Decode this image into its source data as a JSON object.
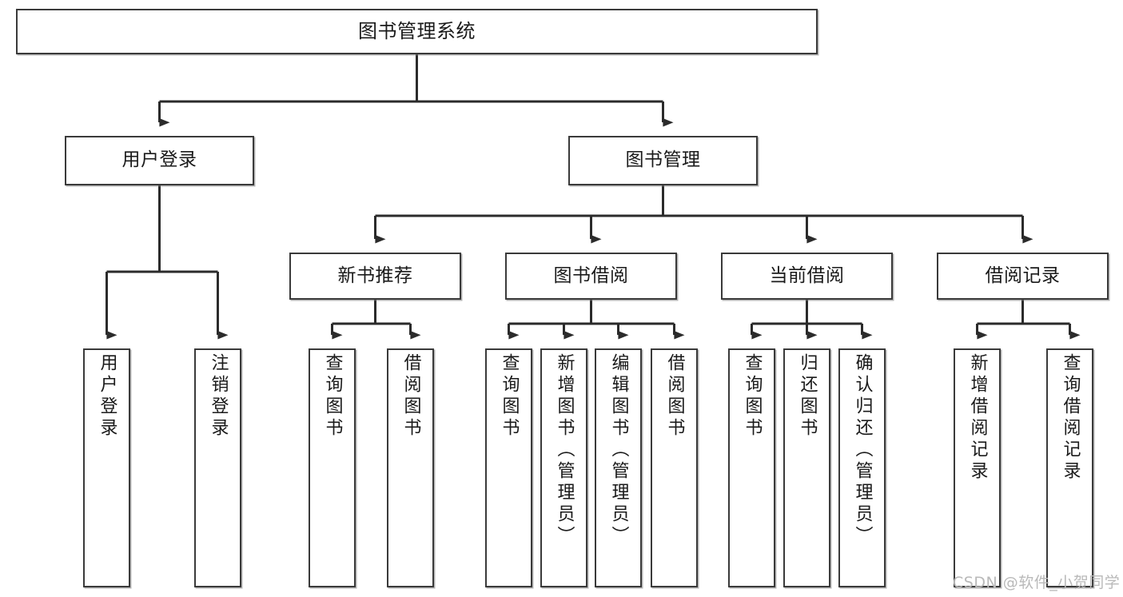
{
  "diagram": {
    "type": "tree",
    "title": "图书管理系统",
    "colors": {
      "box_border": "#3a3a3a",
      "box_fill": "#ffffff",
      "edge": "#2b2b2b",
      "text": "#1a1a1a",
      "watermark": "#b9b9b9",
      "background": "#ffffff"
    },
    "root": {
      "label": "图书管理系统"
    },
    "level2": [
      {
        "label": "用户登录"
      },
      {
        "label": "图书管理"
      }
    ],
    "level3": [
      {
        "label": "新书推荐"
      },
      {
        "label": "图书借阅"
      },
      {
        "label": "当前借阅"
      },
      {
        "label": "借阅记录"
      }
    ],
    "leaves": {
      "user_login": [
        {
          "label": "用户登录"
        },
        {
          "label": "注销登录"
        }
      ],
      "new_book": [
        {
          "label": "查询图书"
        },
        {
          "label": "借阅图书"
        }
      ],
      "book_borrow": [
        {
          "label": "查询图书"
        },
        {
          "label": "新增图书（管理员）"
        },
        {
          "label": "编辑图书（管理员）"
        },
        {
          "label": "借阅图书"
        }
      ],
      "current_borrow": [
        {
          "label": "查询图书"
        },
        {
          "label": "归还图书"
        },
        {
          "label": "确认归还（管理员）"
        }
      ],
      "borrow_record": [
        {
          "label": "新增借阅记录"
        },
        {
          "label": "查询借阅记录"
        }
      ]
    }
  },
  "watermark": {
    "text": "CSDN @软件_小贺同学"
  }
}
